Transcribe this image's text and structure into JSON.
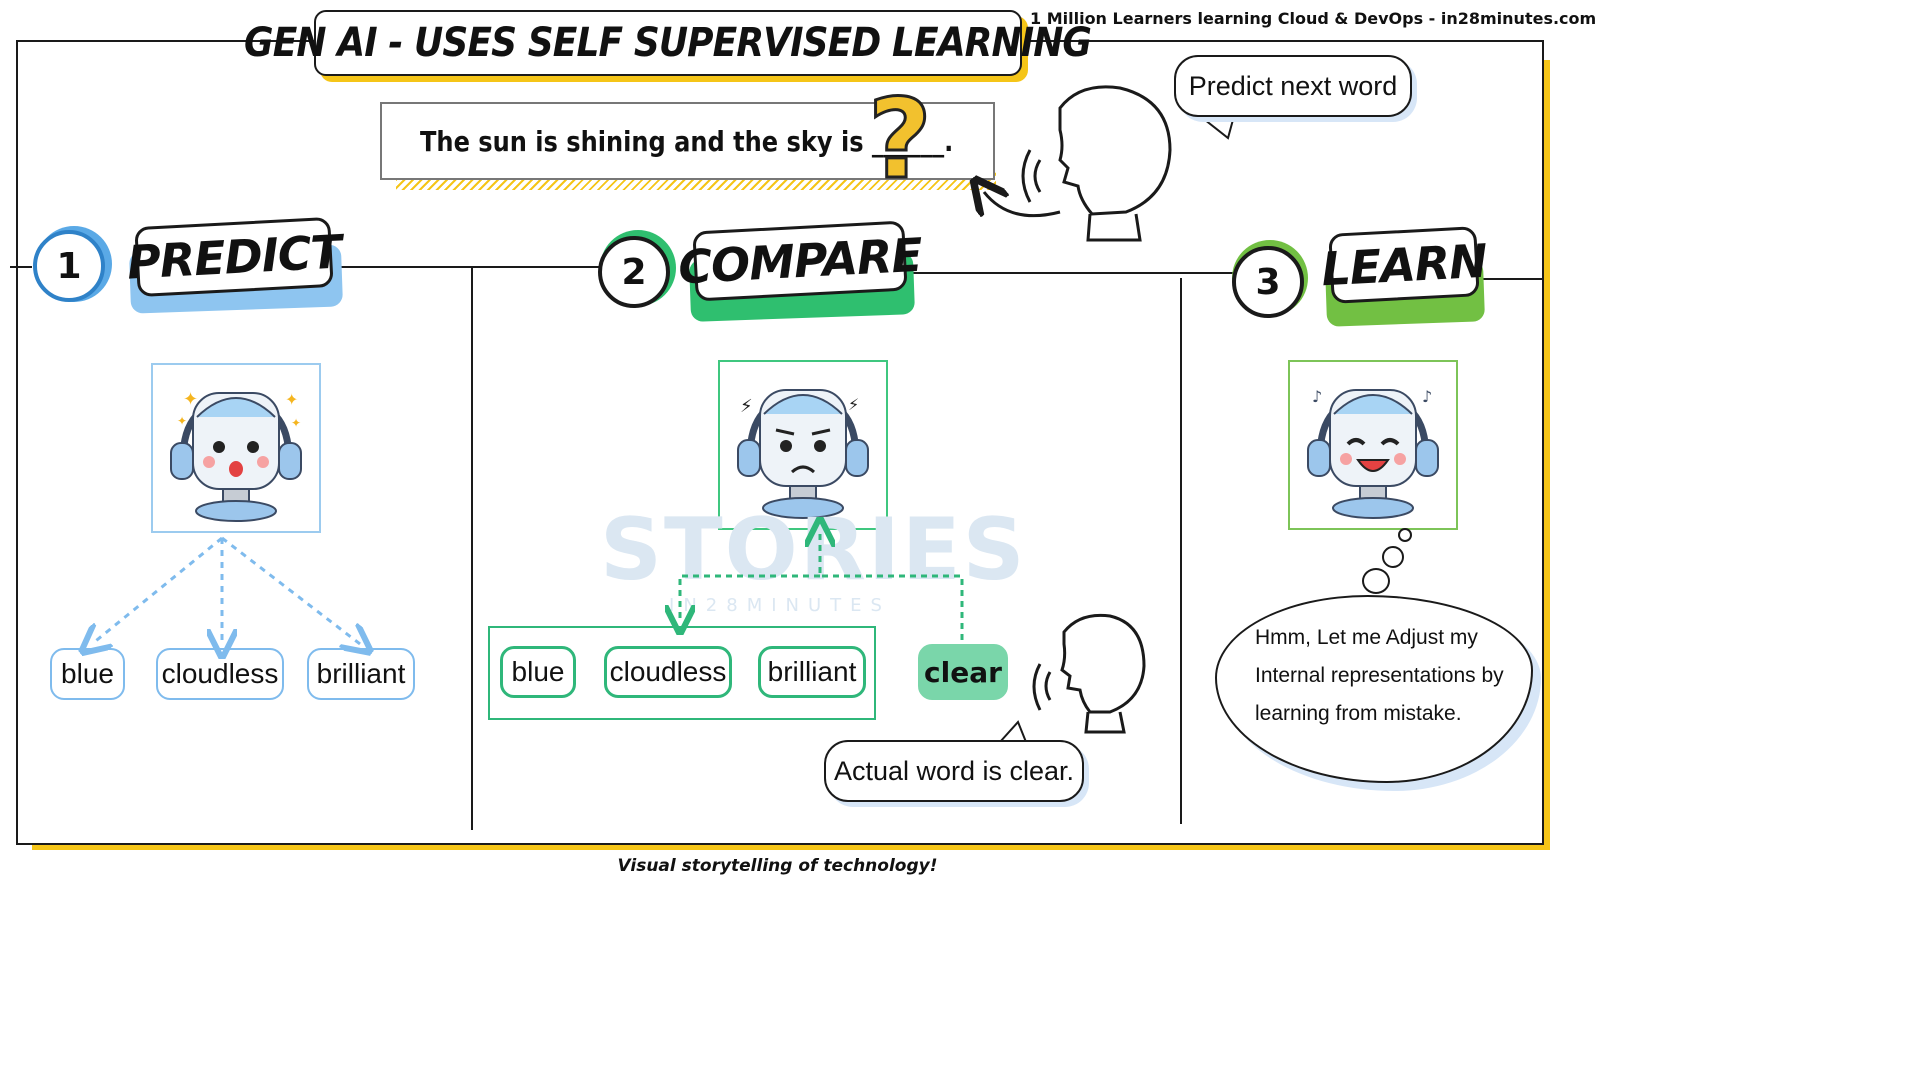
{
  "header": {
    "title": "GEN AI - USES SELF SUPERVISED LEARNING",
    "tagline": "1 Million Learners learning Cloud & DevOps - in28minutes.com"
  },
  "prompt": {
    "sentence": "The sun is shining and the sky is ______.",
    "question_mark": "?",
    "speech": "Predict next word"
  },
  "steps": [
    {
      "number": "1",
      "label": "PREDICT",
      "color": "#5aa9e6"
    },
    {
      "number": "2",
      "label": "COMPARE",
      "color": "#2fbf6f"
    },
    {
      "number": "3",
      "label": "LEARN",
      "color": "#72c043"
    }
  ],
  "predict": {
    "words": [
      "blue",
      "cloudless",
      "brilliant"
    ]
  },
  "compare": {
    "words": [
      "blue",
      "cloudless",
      "brilliant"
    ],
    "actual_word": "clear",
    "speech": "Actual word is clear."
  },
  "learn": {
    "thought_lines": [
      "Hmm, Let me Adjust my",
      "Internal representations by",
      "learning from mistake."
    ]
  },
  "watermark": {
    "main": "STORIES",
    "sub": "IN28MINUTES"
  },
  "footer": "Visual storytelling of technology!",
  "colors": {
    "accent_yellow": "#f5c518",
    "blue": "#5aa9e6",
    "green": "#2fbf6f",
    "light_green": "#72c043"
  }
}
